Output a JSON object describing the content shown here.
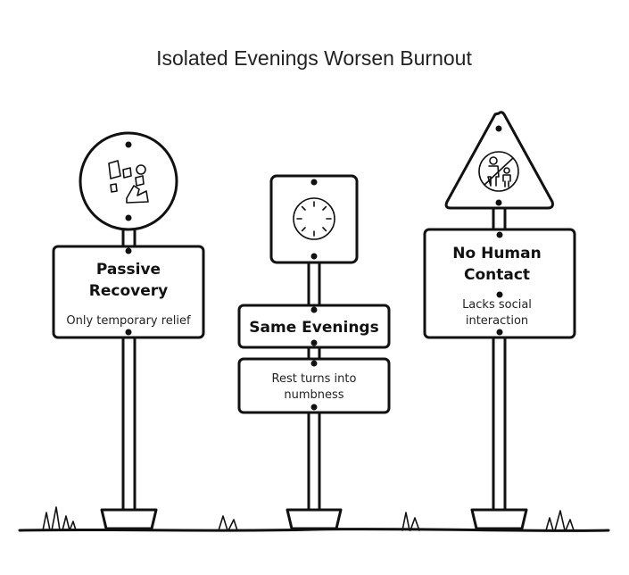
{
  "title": "Isolated Evenings Worsen Burnout",
  "signs": [
    {
      "heading_line1": "Passive",
      "heading_line2": "Recovery",
      "caption": "Only temporary relief",
      "icon": "passive-leisure-icon"
    },
    {
      "heading": "Same Evenings",
      "caption_line1": "Rest turns into",
      "caption_line2": "numbness",
      "icon": "clock-icon"
    },
    {
      "heading_line1": "No Human",
      "heading_line2": "Contact",
      "caption_line1": "Lacks social",
      "caption_line2": "interaction",
      "icon": "no-people-warning-icon"
    }
  ],
  "colors": {
    "ink": "#111111",
    "background": "#ffffff"
  }
}
